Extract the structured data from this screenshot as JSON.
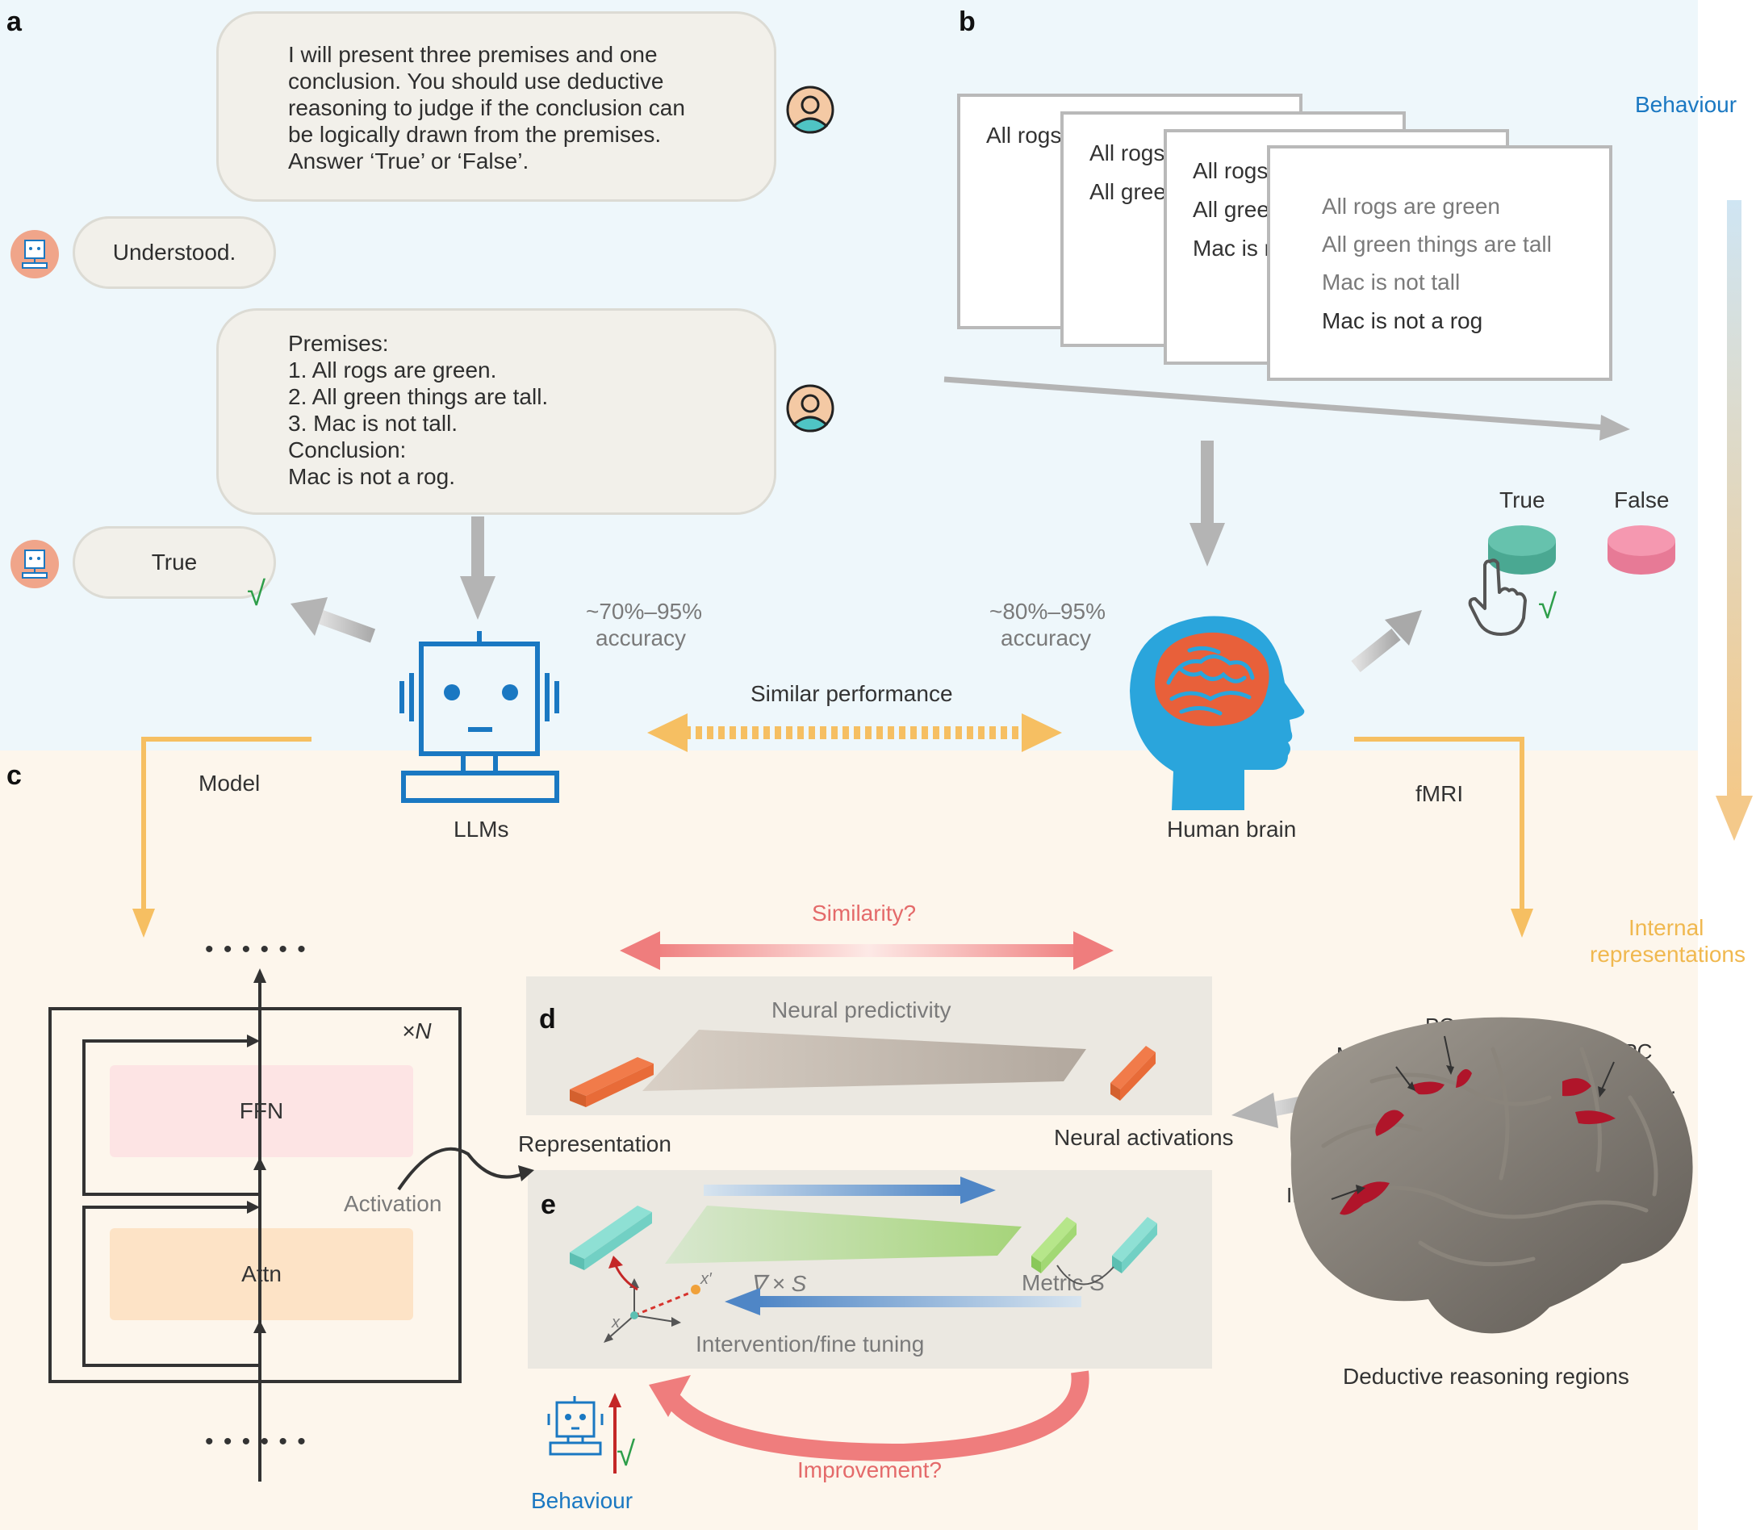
{
  "panels": {
    "a": "a",
    "b": "b",
    "c": "c",
    "d": "d",
    "e": "e"
  },
  "chat": {
    "prompt_lines": [
      "I will present three premises and one",
      "conclusion. You should use deductive",
      "reasoning to judge if the conclusion can",
      "be logically drawn from the premises.",
      "Answer ‘True’ or ‘False’."
    ],
    "reply1": "Understood.",
    "question_lines": [
      "Premises:",
      "1. All rogs are green.",
      "2. All green things are tall.",
      "3. Mac is not tall.",
      "Conclusion:",
      "Mac is not a rog."
    ],
    "reply2": "True"
  },
  "cards": {
    "card1_lines": [
      "All rogs"
    ],
    "card2_lines": [
      "All rogs",
      "All gree"
    ],
    "card3_lines": [
      "All rogs",
      "All gree",
      "Mac is r"
    ],
    "front_lines": [
      "All rogs are green",
      "All green things are tall",
      "Mac is not tall",
      "Mac is not a rog"
    ]
  },
  "labels": {
    "behaviour_top": "Behaviour",
    "true_btn": "True",
    "false_btn": "False",
    "llm_accuracy_1": "~70%–95%",
    "llm_accuracy_2": "accuracy",
    "human_accuracy_1": "~80%–95%",
    "human_accuracy_2": "accuracy",
    "similar_performance": "Similar performance",
    "llms": "LLMs",
    "human_brain": "Human brain",
    "model": "Model",
    "fmri": "fMRI",
    "internal_rep_1": "Internal",
    "internal_rep_2": "representations",
    "similarity": "Similarity?",
    "neural_predictivity": "Neural predictivity",
    "representation": "Representation",
    "neural_activations": "Neural activations",
    "activation": "Activation",
    "ffn": "FFN",
    "attn": "Attn",
    "xN": "×N",
    "dots_top": "• • • • • •",
    "dots_bottom": "• • • • • •",
    "grad": "∇ × S",
    "metric": "Metric S",
    "intervention": "Intervention/fine tuning",
    "improvement": "Improvement?",
    "behaviour_bottom": "Behaviour",
    "axis_x": "x",
    "axis_xp": "x′",
    "brain_regions": "Deductive reasoning regions",
    "region_pg": "PG",
    "region_mefg": "MeFG",
    "region_ppc": "PPC",
    "region_ifg": "IFG",
    "region_more": "……",
    "check1": "√",
    "check2": "√",
    "check3": "√"
  },
  "colors": {
    "top_bg": "#eef7fb",
    "bottom_bg": "#fdf6ec",
    "robot_blue": "#1a78c2",
    "brain_blue": "#2aa5dc",
    "brain_orange": "#e8603a",
    "arrow_orange": "#f6bf62",
    "arrow_red": "#ef7d7d",
    "teal": "#5dbfa6",
    "pink": "#f48aa5",
    "check_green": "#2e9e4a"
  }
}
